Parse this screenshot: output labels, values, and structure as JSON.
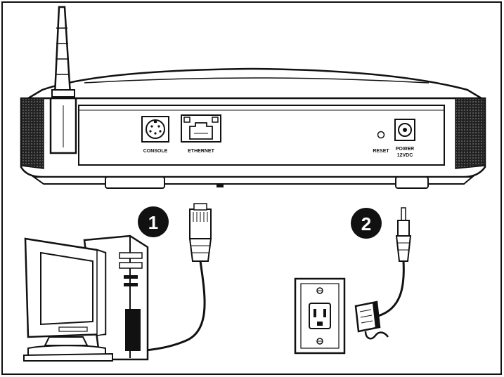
{
  "ports": {
    "console": "CONSOLE",
    "ethernet": "ETHERNET",
    "reset": "RESET",
    "power_line1": "POWER",
    "power_line2": "12VDC"
  },
  "steps": {
    "step1": "1",
    "step2": "2"
  },
  "colors": {
    "line": "#111111",
    "fill": "#ffffff",
    "badge": "#111111"
  }
}
